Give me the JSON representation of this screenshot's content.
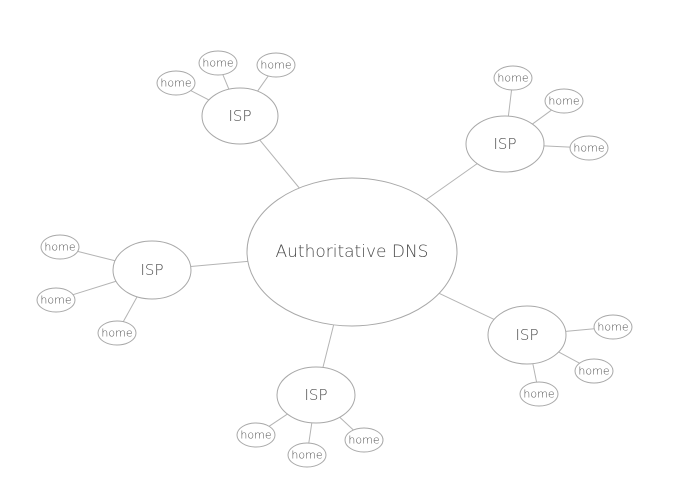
{
  "dns": {
    "label": "Authoritative DNS"
  },
  "isps": [
    {
      "label": "ISP",
      "homes": [
        "home",
        "home",
        "home"
      ]
    },
    {
      "label": "ISP",
      "homes": [
        "home",
        "home",
        "home"
      ]
    },
    {
      "label": "ISP",
      "homes": [
        "home",
        "home",
        "home"
      ]
    },
    {
      "label": "ISP",
      "homes": [
        "home",
        "home",
        "home"
      ]
    },
    {
      "label": "ISP",
      "homes": [
        "home",
        "home",
        "home"
      ]
    }
  ]
}
